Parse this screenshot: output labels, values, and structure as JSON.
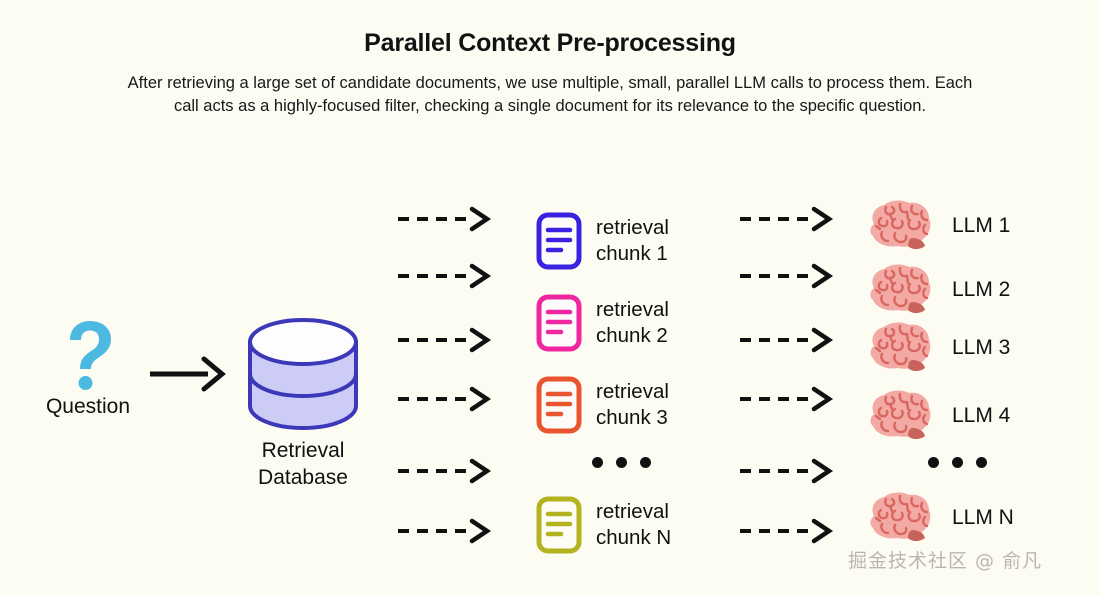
{
  "header": {
    "title": "Parallel Context Pre-processing",
    "subtitle": "After retrieving a large set of candidate documents, we use multiple, small, parallel LLM calls to process them. Each call acts as a highly-focused filter, checking a single document for its relevance to the specific question."
  },
  "colors": {
    "background": "#fdfcf3",
    "question_mark": "#4cb9e0",
    "db_stroke": "#3b39b8",
    "db_fill": "#ccccf7",
    "db_top_fill": "#fdfdff",
    "arrow": "#111111",
    "brain_body": "#f3a9a4",
    "brain_lines": "#d9675f",
    "brain_cerebellum": "#c8635c",
    "watermark": "#b9b7ad"
  },
  "question": {
    "icon": "question-mark-icon",
    "label": "Question"
  },
  "flow_arrow": {
    "icon": "arrow-right-icon"
  },
  "database": {
    "icon": "database-cylinder-icon",
    "label_line1": "Retrieval",
    "label_line2": "Database"
  },
  "chunk_column": {
    "arrow_icon": "dashed-arrow-right-icon",
    "items": [
      {
        "icon": "document-icon",
        "color": "#3a22e0",
        "line1": "retrieval",
        "line2": "chunk 1"
      },
      {
        "icon": "document-icon",
        "color": "#ee26a0",
        "line1": "retrieval",
        "line2": "chunk 2"
      },
      {
        "icon": "document-icon",
        "color": "#e8552f",
        "line1": "retrieval",
        "line2": "chunk 3"
      },
      {
        "icon": "ellipsis-icon",
        "color": "#111111",
        "line1": "",
        "line2": ""
      },
      {
        "icon": "document-icon",
        "color": "#b3b320",
        "line1": "retrieval",
        "line2": "chunk N"
      }
    ]
  },
  "llm_column": {
    "arrow_icon": "dashed-arrow-right-icon",
    "items": [
      {
        "icon": "brain-icon",
        "label": "LLM 1"
      },
      {
        "icon": "brain-icon",
        "label": "LLM 2"
      },
      {
        "icon": "brain-icon",
        "label": "LLM 3"
      },
      {
        "icon": "brain-icon",
        "label": "LLM 4"
      },
      {
        "icon": "ellipsis-icon",
        "label": ""
      },
      {
        "icon": "brain-icon",
        "label": "LLM N"
      }
    ]
  },
  "watermark": {
    "text": "掘金技术社区 @ 俞凡"
  }
}
